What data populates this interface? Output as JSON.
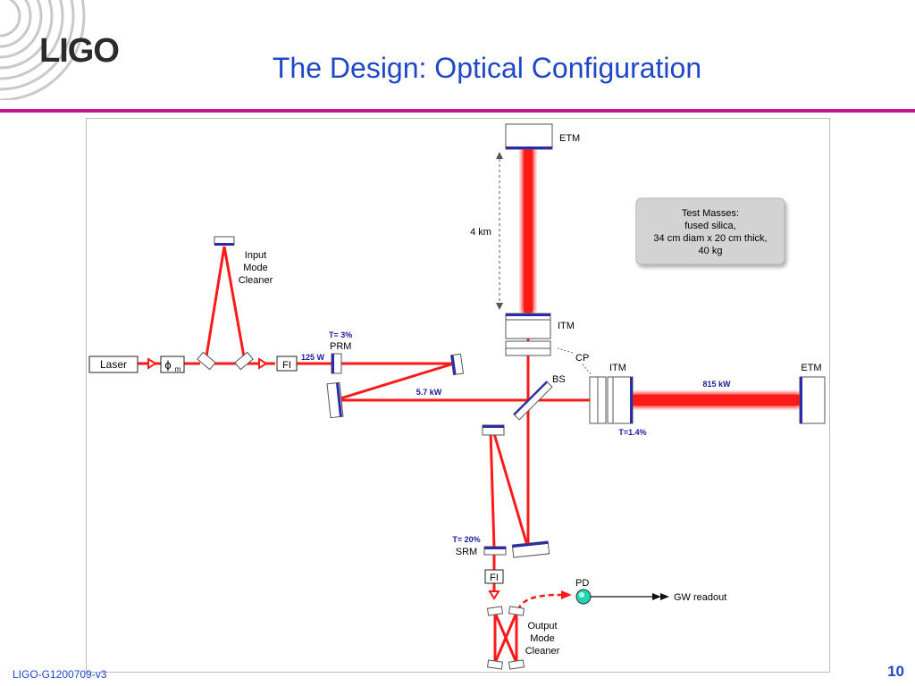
{
  "logo": {
    "text": "LIGO"
  },
  "slide": {
    "title": "The Design: Optical Configuration",
    "footer_id": "LIGO-G1200709-v3",
    "page_number": "10"
  },
  "diagram": {
    "components": {
      "laser": "Laser",
      "phase_mod_symbol": "ϕ",
      "phase_mod_subscript": "m",
      "fi_input": "FI",
      "fi_output": "FI",
      "imc_label_1": "Input",
      "imc_label_2": "Mode",
      "imc_label_3": "Cleaner",
      "omc_label_1": "Output",
      "omc_label_2": "Mode",
      "omc_label_3": "Cleaner",
      "prm": "PRM",
      "srm": "SRM",
      "bs": "BS",
      "cp": "CP",
      "itm_y": "ITM",
      "itm_x": "ITM",
      "etm_y": "ETM",
      "etm_x": "ETM",
      "pd": "PD",
      "gw_readout": "GW readout"
    },
    "specs": {
      "prm_transmission": "T= 3%",
      "input_power": "125 W",
      "recycled_power": "5.7 kW",
      "arm_power": "815 kW",
      "itm_transmission": "T=1.4%",
      "srm_transmission": "T= 20%",
      "arm_length": "4 km"
    },
    "test_masses": {
      "line1": "Test Masses:",
      "line2": "fused silica,",
      "line3": "34 cm diam x 20 cm thick,",
      "line4": "40 kg"
    },
    "colors": {
      "beam": "#ff1a1a",
      "mirror_coating": "#2c2ca8",
      "pd": "#1fd6b0",
      "title": "#1f47c8",
      "rule": "#c0168f"
    }
  }
}
